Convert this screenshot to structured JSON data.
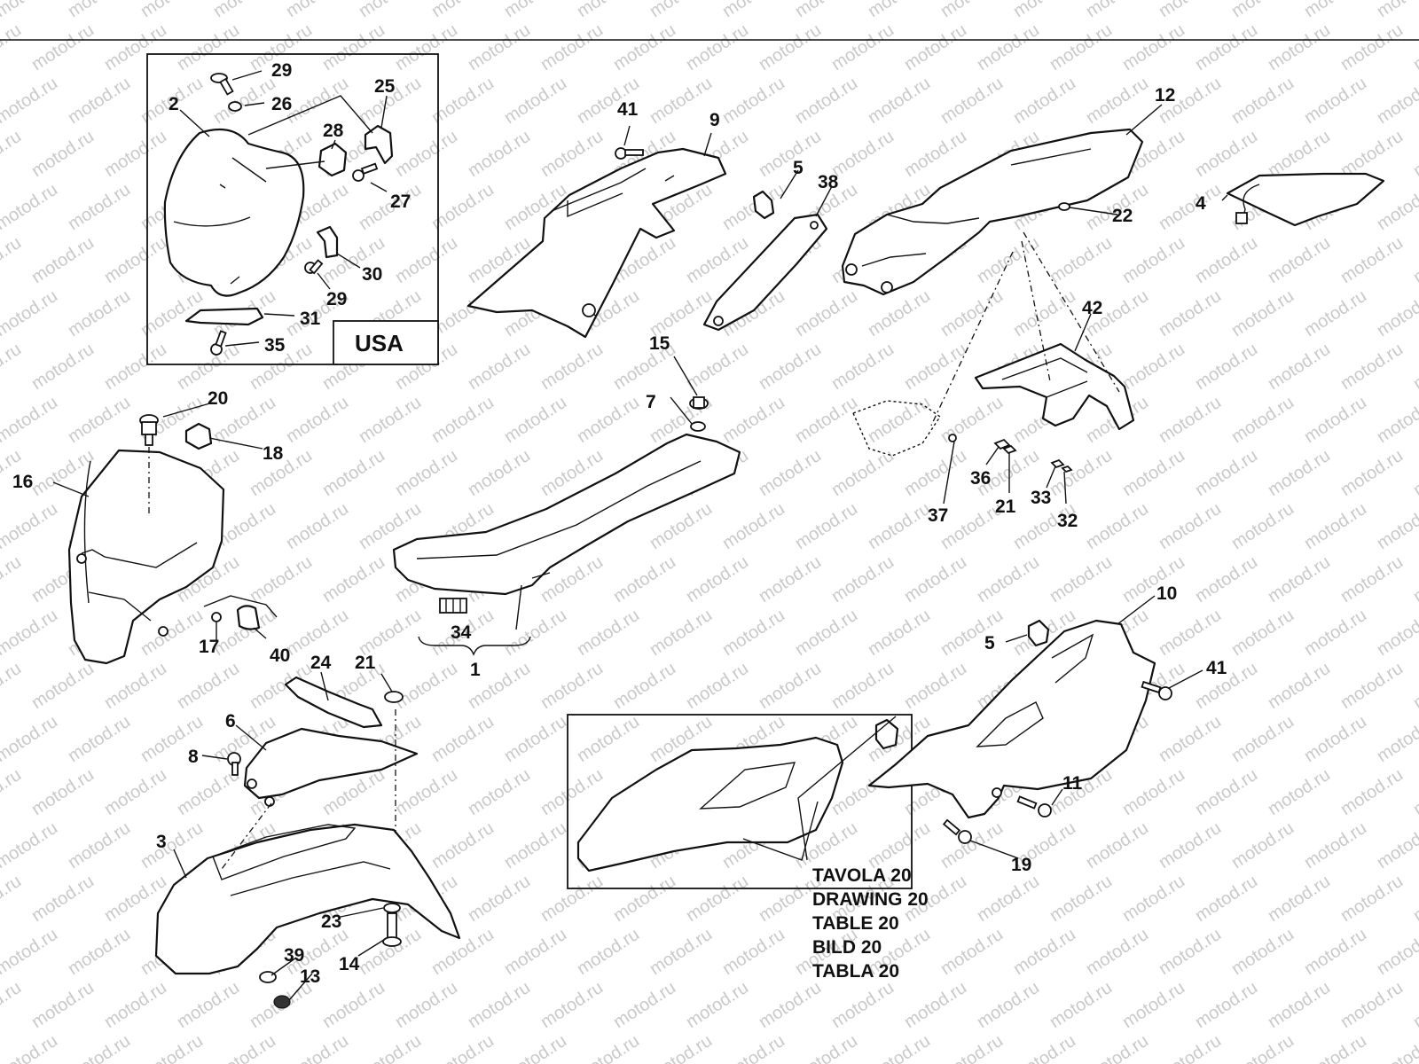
{
  "watermark": {
    "text": "motod.ru"
  },
  "usa_box": {
    "label": "USA"
  },
  "reference_note": {
    "lines": [
      "TAVOLA 20",
      "DRAWING 20",
      "TABLE 20",
      "BILD 20",
      "TABLA 20"
    ]
  },
  "callouts": {
    "n29a": "29",
    "n26": "26",
    "n2": "2",
    "n25": "25",
    "n28": "28",
    "n27": "27",
    "n30": "30",
    "n29b": "29",
    "n31": "31",
    "n35": "35",
    "n41a": "41",
    "n9": "9",
    "n5a": "5",
    "n38": "38",
    "n12": "12",
    "n22": "22",
    "n4": "4",
    "n42": "42",
    "n36": "36",
    "n21a": "21",
    "n37": "37",
    "n33": "33",
    "n32": "32",
    "n15": "15",
    "n7": "7",
    "n20": "20",
    "n18": "18",
    "n16": "16",
    "n17": "17",
    "n40": "40",
    "n34": "34",
    "n1": "1",
    "n24": "24",
    "n21b": "21",
    "n6": "6",
    "n8": "8",
    "n3": "3",
    "n23": "23",
    "n14": "14",
    "n39": "39",
    "n13": "13",
    "n10": "10",
    "n5b": "5",
    "n41b": "41",
    "n11": "11",
    "n19": "19"
  }
}
